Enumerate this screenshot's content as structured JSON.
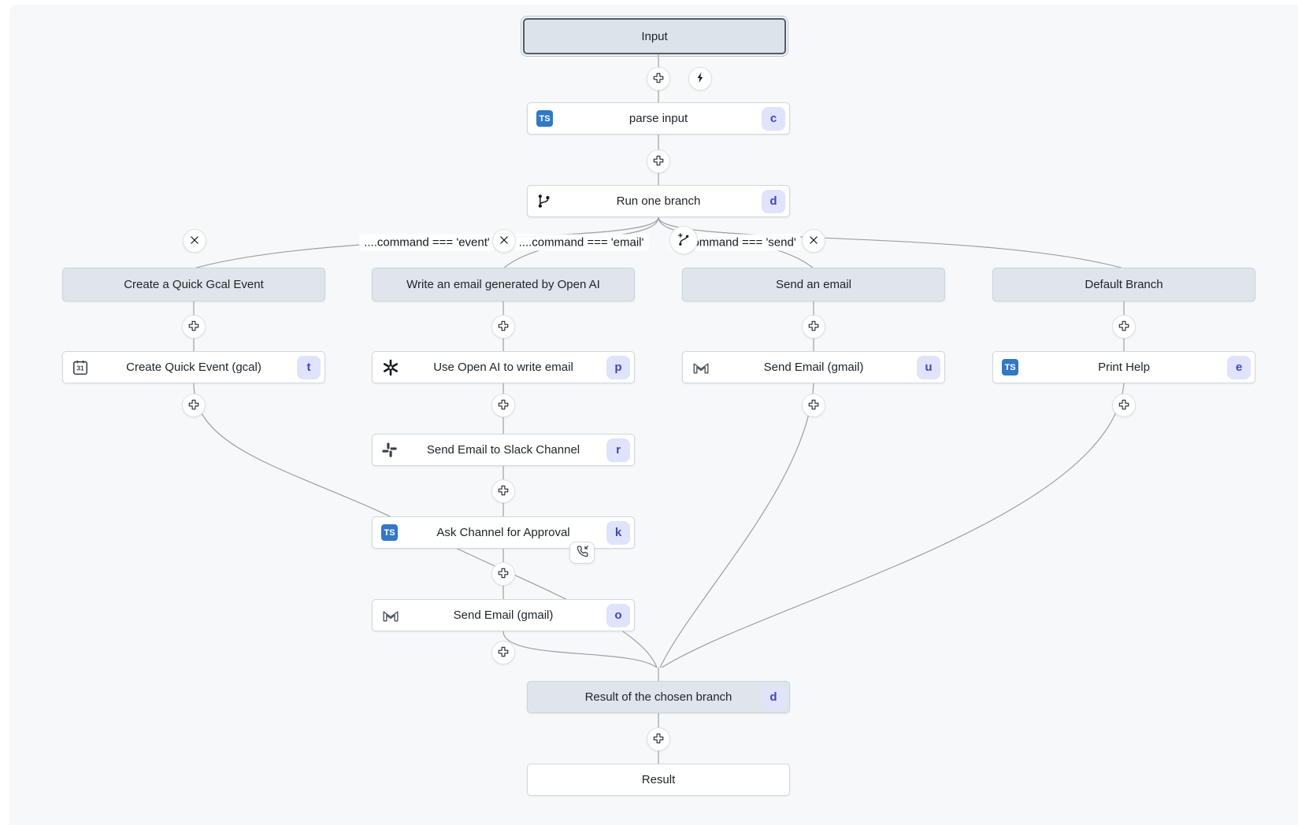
{
  "flow": {
    "input": {
      "label": "Input"
    },
    "parse_input": {
      "label": "parse input",
      "badge": "c"
    },
    "run_one_branch": {
      "label": "Run one branch",
      "badge": "d"
    },
    "result_chosen": {
      "label": "Result of the chosen branch",
      "badge": "d"
    },
    "result": {
      "label": "Result"
    }
  },
  "conditions": {
    "event": "....command === 'event'",
    "email": "....command === 'email'",
    "send": "....command === 'send'"
  },
  "branches": {
    "gcal": {
      "header": "Create a Quick Gcal Event",
      "steps": {
        "create_event": {
          "label": "Create Quick Event (gcal)",
          "badge": "t"
        }
      }
    },
    "openai": {
      "header": "Write an email generated by Open AI",
      "steps": {
        "use_openai": {
          "label": "Use Open AI to write email",
          "badge": "p"
        },
        "slack": {
          "label": "Send Email to Slack Channel",
          "badge": "r"
        },
        "approval": {
          "label": "Ask Channel for Approval",
          "badge": "k"
        },
        "gmail": {
          "label": "Send Email (gmail)",
          "badge": "o"
        }
      }
    },
    "send": {
      "header": "Send an email",
      "steps": {
        "gmail": {
          "label": "Send Email (gmail)",
          "badge": "u"
        }
      }
    },
    "default": {
      "header": "Default Branch",
      "steps": {
        "print_help": {
          "label": "Print Help",
          "badge": "e"
        }
      }
    }
  },
  "icons": {
    "typescript_label": "TS",
    "calendar_day": "31",
    "plus": "add-step",
    "lightning": "trigger",
    "close": "delete-branch",
    "git_branch": "run-one-branch",
    "openai": "openai-logo",
    "slack": "slack-logo",
    "gmail": "gmail-logo",
    "phone_incoming": "suspend-approval",
    "branch_add": "add-branch"
  },
  "colors": {
    "canvas_bg": "#f7f8fa",
    "node_bg": "#ffffff",
    "node_border": "#d2d7dc",
    "virtual_bg": "#dfe5ea",
    "virtual_border": "#cbd4dc",
    "selected_border": "#515c6b",
    "edge": "#9aa0a8",
    "badge_bg": "#dfe3fb",
    "badge_text": "#4146b8",
    "typescript_blue": "#3178c6"
  }
}
